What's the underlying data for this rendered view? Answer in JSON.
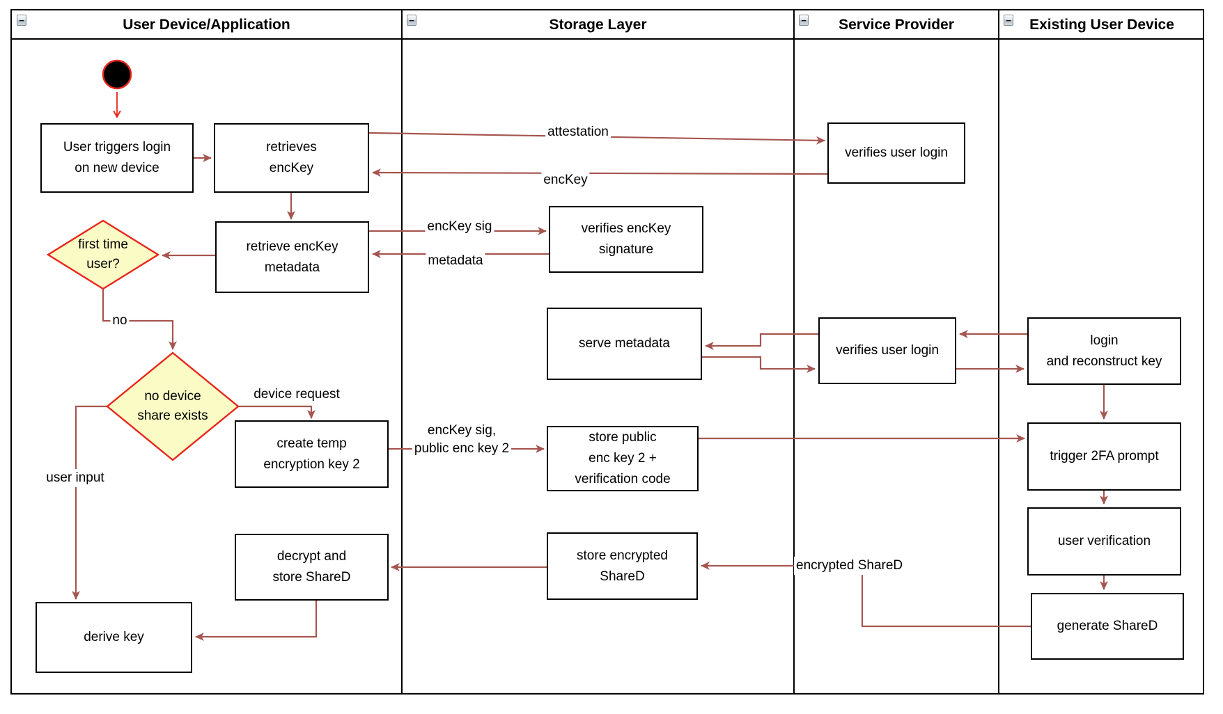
{
  "lanes": [
    {
      "title": "User Device/Application"
    },
    {
      "title": "Storage Layer"
    },
    {
      "title": "Service Provider"
    },
    {
      "title": "Existing User Device"
    }
  ],
  "nodes": {
    "user_triggers": "User triggers login\non new device",
    "retrieves_enckey": "retrieves\nencKey",
    "retrieve_metadata": "retrieve encKey\nmetadata",
    "first_time_user": "first time\nuser?",
    "no_device_share": "no device\nshare exists",
    "create_temp": "create temp\nencryption key 2",
    "decrypt_store": "decrypt and\nstore ShareD",
    "derive_key": "derive key",
    "verifies_signature": "verifies encKey\nsignature",
    "serve_metadata": "serve metadata",
    "store_public": "store public\nenc key 2 +\nverification code",
    "store_encrypted": "store encrypted\nShareD",
    "verifies_login_top": "verifies user login",
    "verifies_login_mid": "verifies user login",
    "login_reconstruct": "login\nand reconstruct key",
    "trigger_2fa": "trigger 2FA prompt",
    "user_verification": "user verification",
    "generate_shared": "generate ShareD"
  },
  "edge_labels": {
    "attestation": "attestation",
    "enckey": "encKey",
    "enckey_sig": "encKey sig",
    "metadata": "metadata",
    "no": "no",
    "device_request": "device request",
    "user_input": "user input",
    "enckey_sig_public": "encKey sig,\npublic enc key 2",
    "encrypted_shared": "encrypted ShareD"
  },
  "icons": {
    "collapse": "−"
  },
  "colors": {
    "edge": "#A65550",
    "accent_red": "#E8261B",
    "diamond_fill": "#FBFCC5",
    "shape_border": "#000000",
    "background": "#FFFFFF"
  }
}
